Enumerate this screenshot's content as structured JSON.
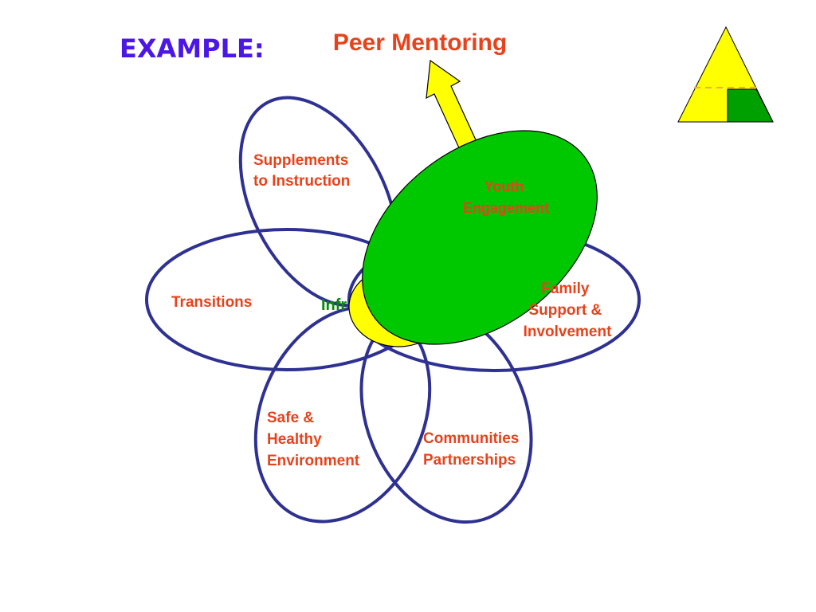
{
  "example_label": "EXAMPLE:",
  "peer_mentoring": "Peer Mentoring",
  "petals": {
    "supplements": [
      "Supplements",
      "to Instruction"
    ],
    "transitions": "Transitions",
    "family": [
      "Family",
      "Support &",
      "Involvement"
    ],
    "safe": [
      "Safe &",
      "Healthy",
      "Environment"
    ],
    "communities": [
      "Communities",
      "Partnerships"
    ]
  },
  "center_label": "Infr",
  "youth": [
    "Youth",
    "Engagement"
  ],
  "colors": {
    "example": "#4B16E6",
    "peer": "#E8421B",
    "petal_text": "#E8421B",
    "petal_stroke": "#2E3192",
    "green": "#00C800",
    "green_text": "#0A8A0A",
    "yellow": "#FFFF00",
    "triangle_green": "#00A000",
    "triangle_dash": "#F4A460"
  }
}
